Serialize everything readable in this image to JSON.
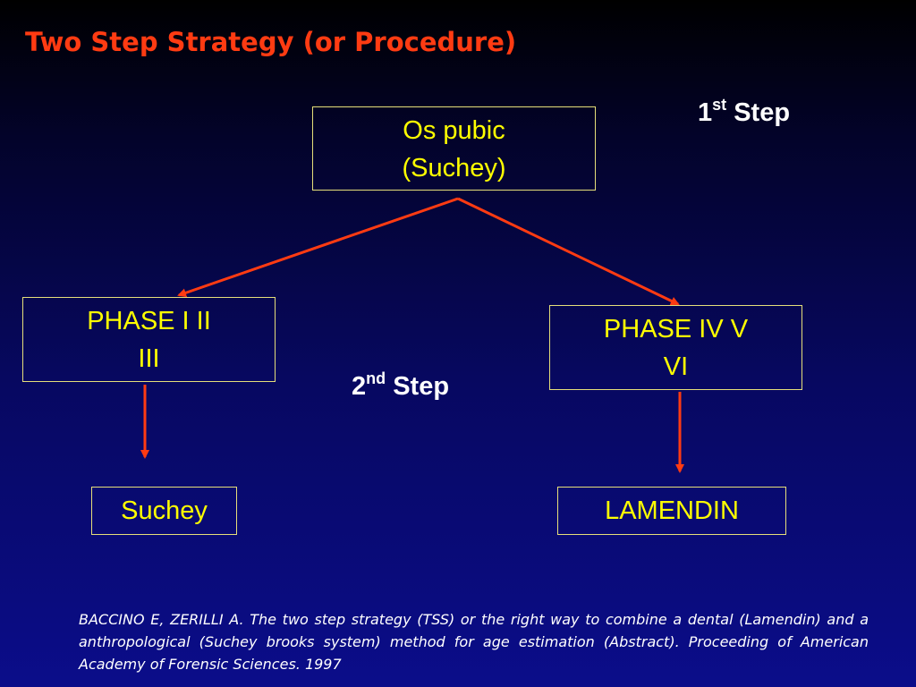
{
  "title": "Two Step Strategy (or Procedure)",
  "nodes": {
    "os_pubic": "Os pubic\n(Suchey)",
    "phase_1_3": "PHASE I II\nIII",
    "phase_4_6": "PHASE IV V\nVI",
    "suchey": "Suchey",
    "lamendin": "LAMENDIN"
  },
  "steps": {
    "first": {
      "number": "1",
      "suffix": "st",
      "label": "Step"
    },
    "second": {
      "number": "2",
      "suffix": "nd",
      "label": "Step"
    }
  },
  "citation": "BACCINO E, ZERILLI A. The two step strategy (TSS) or the right way to combine a dental (Lamendin) and a anthropological (Suchey brooks system) method for age estimation (Abstract). Proceeding of American Academy of Forensic Sciences. 1997",
  "colors": {
    "title": "#ff3b12",
    "box_text": "#ffff00",
    "box_border": "#e6df7a",
    "arrow": "#ff3b12",
    "step_text": "#ffffff",
    "background_top": "#000000",
    "background_bottom": "#0b0d8a"
  }
}
